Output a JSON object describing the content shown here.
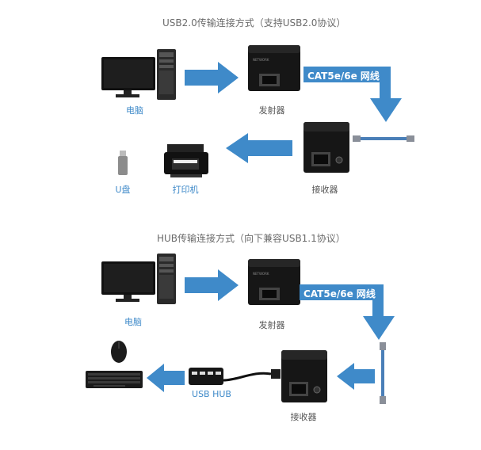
{
  "section1": {
    "title": "USB2.0传输连接方式（支持USB2.0协议）",
    "computer_label": "电脑",
    "transmitter_label": "发射器",
    "cable_label": "CAT5e/6e 网线",
    "receiver_label": "接收器",
    "udisk_label": "U盘",
    "printer_label": "打印机"
  },
  "section2": {
    "title": "HUB传输连接方式（向下兼容USB1.1协议）",
    "computer_label": "电脑",
    "transmitter_label": "发射器",
    "cable_label": "CAT5e/6e 网线",
    "receiver_label": "接收器",
    "hub_label": "USB HUB"
  },
  "colors": {
    "arrow": "#3f8ac9",
    "device": "#1a1a1a",
    "label_blue": "#3f8ac9"
  }
}
